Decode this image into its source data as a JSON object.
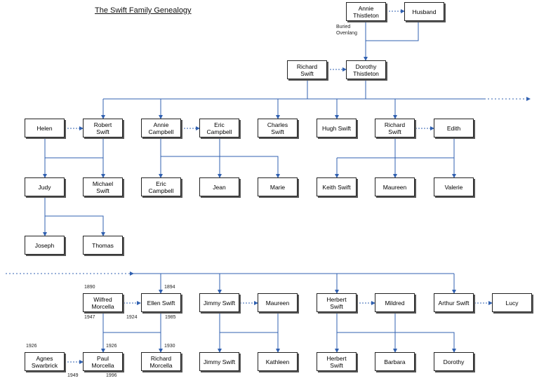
{
  "title": "The Swift Family Genealogy",
  "colors": {
    "line": "#3060b0",
    "box_border": "#222222",
    "shadow": "#555555"
  },
  "people": {
    "annie_thistleton": "Annie\nThistleton",
    "husband": "Husband",
    "richard_swift_sr": "Richard\nSwift",
    "dorothy_thistleton": "Dorothy\nThistleton",
    "helen": "Helen",
    "robert_swift": "Robert\nSwift",
    "annie_campbell": "Annie\nCampbell",
    "eric_campbell": "Eric\nCampbell",
    "charles_swift": "Charles\nSwift",
    "hugh_swift": "Hugh Swift",
    "richard_swift": "Richard\nSwift",
    "edith": "Edith",
    "judy": "Judy",
    "michael_swift": "Michael\nSwift",
    "eric_campbell_jr": "Eric\nCampbell",
    "jean": "Jean",
    "marie": "Marie",
    "keith_swift": "Keith Swift",
    "maureen_1": "Maureen",
    "valerie": "Valerie",
    "joseph": "Joseph",
    "thomas": "Thomas",
    "wilfred_morcella": "Wilfred\nMorcella",
    "ellen_swift": "Ellen Swift",
    "jimmy_swift": "Jimmy Swift",
    "maureen_2": "Maureen",
    "herbert_swift": "Herbert\nSwift",
    "mildred": "Mildred",
    "arthur_swift": "Arthur Swift",
    "lucy": "Lucy",
    "agnes_swarbrick": "Agnes\nSwarbrick",
    "paul_morcella": "Paul\nMorcella",
    "richard_morcella": "Richard\nMorcella",
    "jimmy_swift_jr": "Jimmy Swift",
    "kathleen": "Kathleen",
    "herbert_swift_jr": "Herbert\nSwift",
    "barbara": "Barbara",
    "dorothy": "Dorothy"
  },
  "notes": {
    "buried": "Buried\nOvenlang",
    "wilfred_born": "1890",
    "wilfred_died": "1947",
    "ellen_born": "1894",
    "marriage": "1924",
    "ellen_died": "1985",
    "agnes_born": "1926",
    "paul_born": "1926",
    "paul_married": "1949",
    "paul_died": "1996",
    "richard_m_born": "1930"
  }
}
